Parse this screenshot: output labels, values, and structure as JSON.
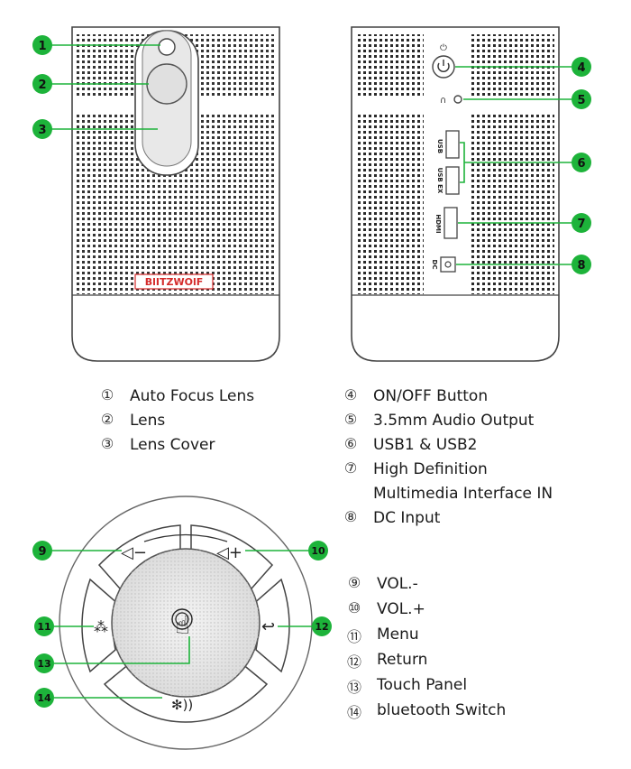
{
  "brand_logo": "BlITZWOlF",
  "port_labels": {
    "usb": "USB",
    "usb_ex": "USB EX",
    "hdmi": "HDMI",
    "dc": "DC"
  },
  "callouts": [
    "1",
    "2",
    "3",
    "4",
    "5",
    "6",
    "7",
    "8",
    "9",
    "10",
    "11",
    "12",
    "13",
    "14"
  ],
  "legend_front": [
    {
      "num": "①",
      "label": "Auto Focus Lens"
    },
    {
      "num": "②",
      "label": "Lens"
    },
    {
      "num": "③",
      "label": "Lens Cover"
    }
  ],
  "legend_back": [
    {
      "num": "④",
      "label": "ON/OFF Button"
    },
    {
      "num": "⑤",
      "label": "3.5mm Audio Output"
    },
    {
      "num": "⑥",
      "label": "USB1 & USB2"
    },
    {
      "num": "⑦",
      "label": "High Definition"
    },
    {
      "num": "",
      "label": "Multimedia Interface IN"
    },
    {
      "num": "⑧",
      "label": "DC Input"
    }
  ],
  "legend_top": [
    {
      "num": "⑨",
      "label": "VOL.-"
    },
    {
      "num": "⑩",
      "label": "VOL.+"
    },
    {
      "num": "⑪",
      "label": "Menu"
    },
    {
      "num": "⑫",
      "label": "Return"
    },
    {
      "num": "⑬",
      "label": "Touch Panel"
    },
    {
      "num": "⑭",
      "label": "bluetooth Switch"
    }
  ],
  "colors": {
    "callout_green": "#1db33a",
    "outline": "#444444",
    "grille": "#2a2a2a",
    "logo_red": "#d42a2a",
    "panel_gray": "#e6e6e6"
  }
}
